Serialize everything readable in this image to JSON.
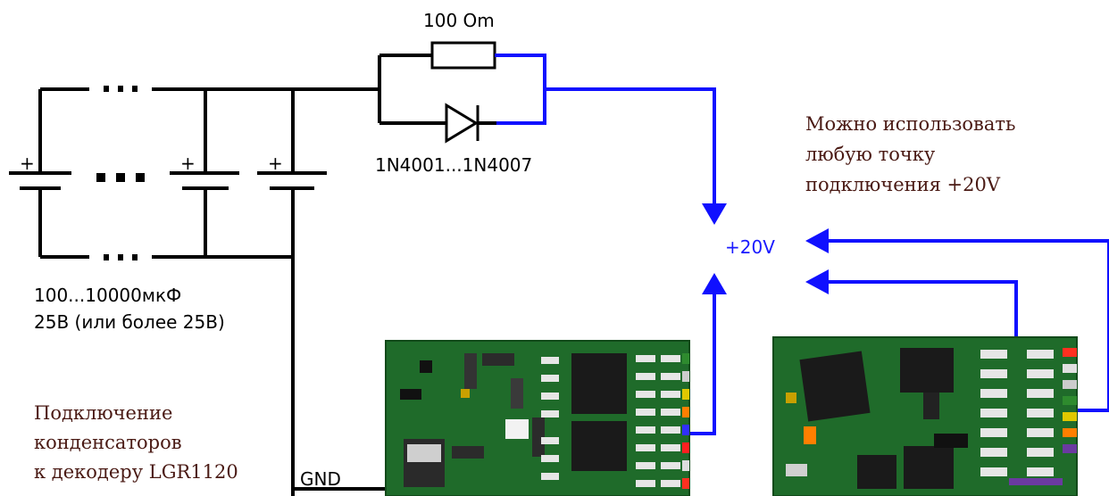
{
  "resistor_label": "100 Om",
  "diode_label": "1N4001...1N4007",
  "capacitor_spec": [
    "100...10000мкФ",
    "25В (или более 25В)"
  ],
  "plus_sign": "+",
  "ellipsis": "···",
  "big_ellipsis": "■ ■ ■",
  "voltage_label": "+20V",
  "gnd_label": "GND",
  "right_note": [
    "Можно использовать",
    "любую точку",
    "подключения +20V"
  ],
  "left_note": [
    "Подключение",
    "конденсаторов",
    "к декодеру LGR1120"
  ],
  "colors": {
    "wire_black": "#000000",
    "wire_blue": "#1010ff",
    "pcb_green": "#1f6b2a",
    "note_text": "#4a1a14"
  }
}
